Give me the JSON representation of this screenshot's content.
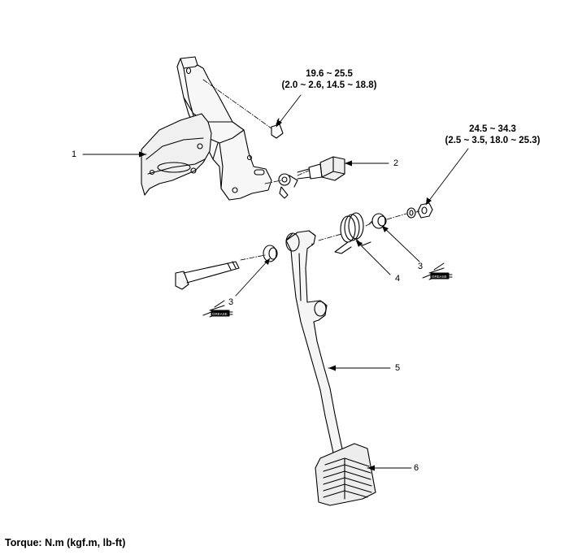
{
  "callouts": [
    {
      "id": "bracket",
      "label": "1"
    },
    {
      "id": "switch",
      "label": "2"
    },
    {
      "id": "bushing_left",
      "label": "3"
    },
    {
      "id": "bushing_right",
      "label": "3"
    },
    {
      "id": "return_spring",
      "label": "4"
    },
    {
      "id": "pedal_arm",
      "label": "5"
    },
    {
      "id": "pedal_pad",
      "label": "6"
    }
  ],
  "torque_specs": [
    {
      "line1": "19.6 ~ 25.5",
      "line2": "(2.0 ~ 2.6, 14.5 ~ 18.8)"
    },
    {
      "line1": "24.5 ~ 34.3",
      "line2": "(2.5 ~ 3.5, 18.0 ~ 25.3)"
    }
  ],
  "grease_tag": "GREASE",
  "legend": "Torque: N.m (kgf.m, lb-ft)"
}
